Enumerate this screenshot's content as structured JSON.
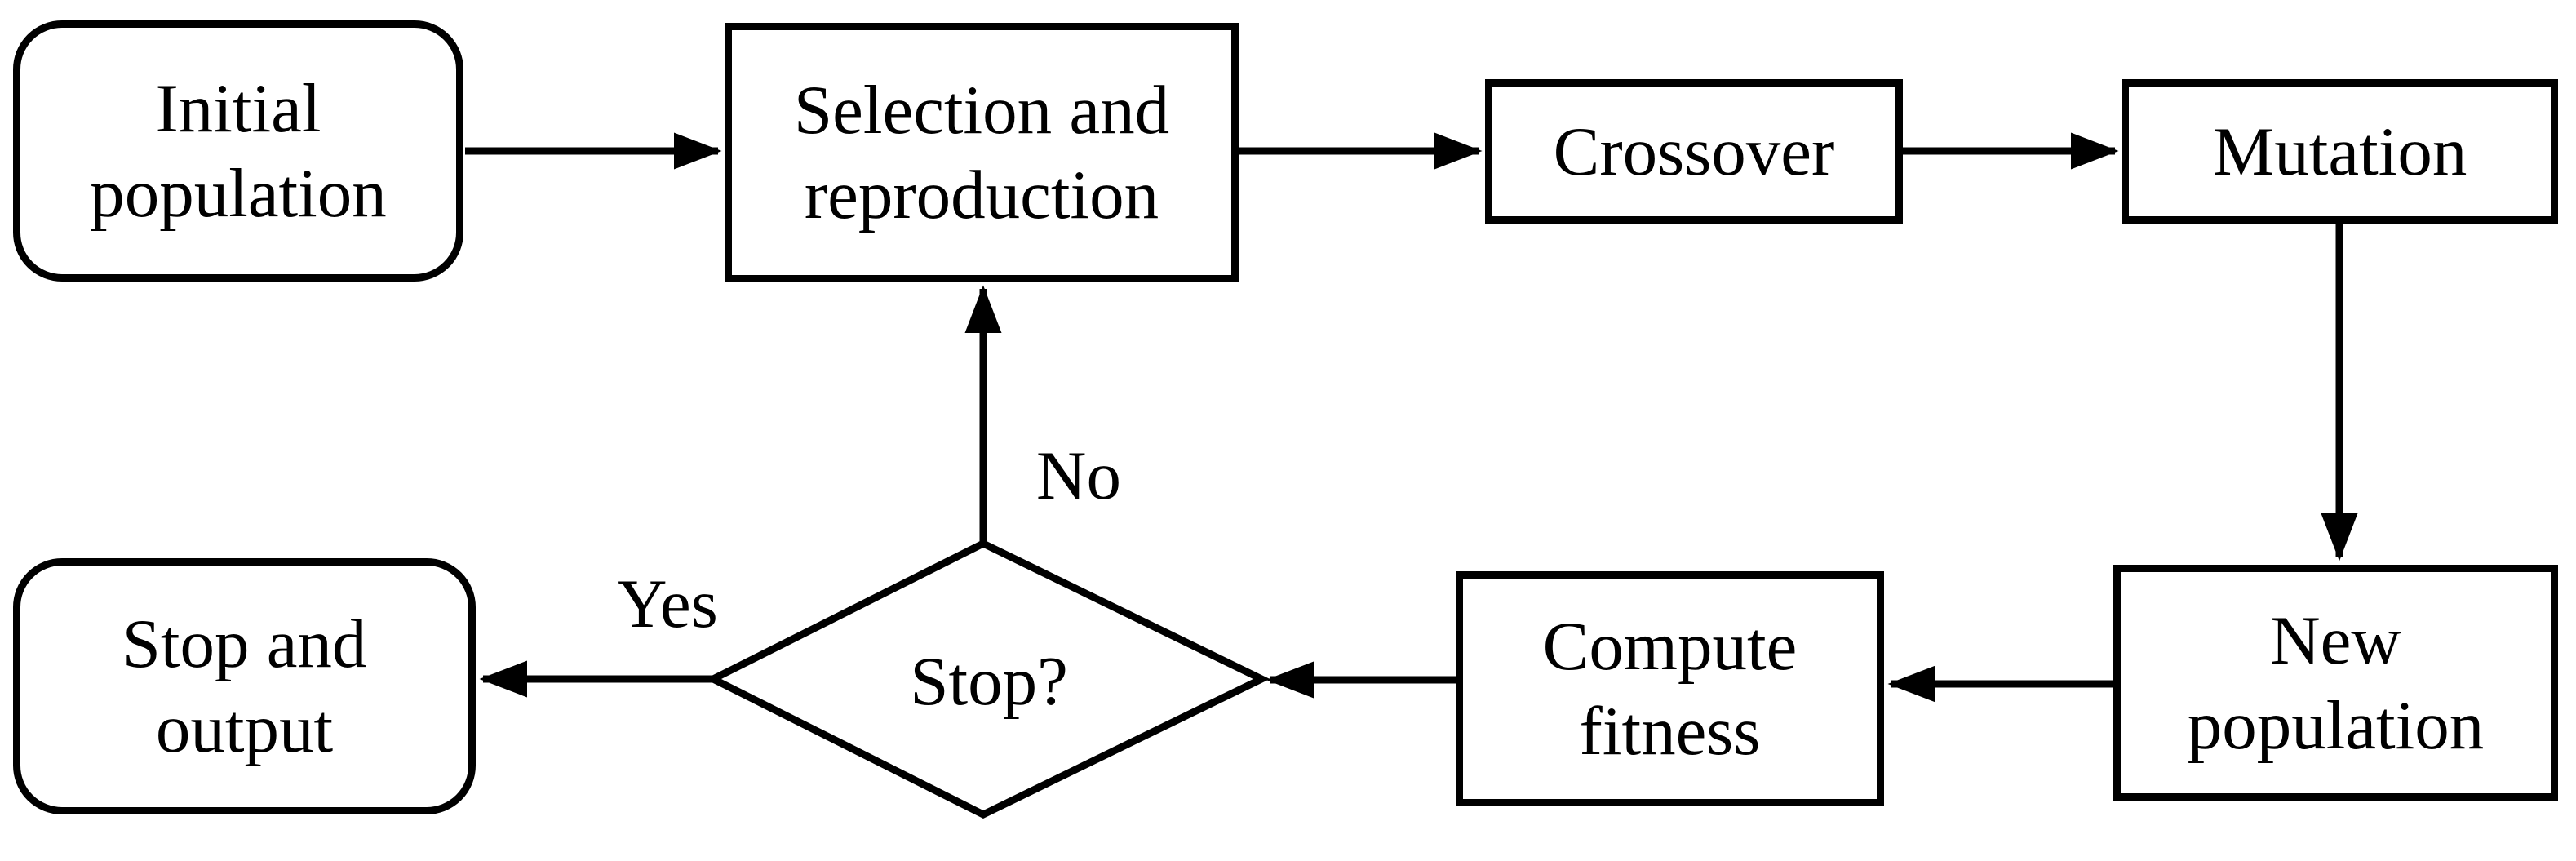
{
  "nodes": {
    "initial_population": {
      "lines": [
        "Initial",
        "population"
      ]
    },
    "selection_reproduction": {
      "lines": [
        "Selection and",
        "reproduction"
      ]
    },
    "crossover": {
      "lines": [
        "Crossover"
      ]
    },
    "mutation": {
      "lines": [
        "Mutation"
      ]
    },
    "new_population": {
      "lines": [
        "New",
        "population"
      ]
    },
    "compute_fitness": {
      "lines": [
        "Compute",
        "fitness"
      ]
    },
    "stop_decision": {
      "lines": [
        "Stop?"
      ]
    },
    "stop_output": {
      "lines": [
        "Stop and",
        "output"
      ]
    }
  },
  "edge_labels": {
    "no": "No",
    "yes": "Yes"
  },
  "colors": {
    "line": "#000000",
    "background": "#ffffff"
  }
}
